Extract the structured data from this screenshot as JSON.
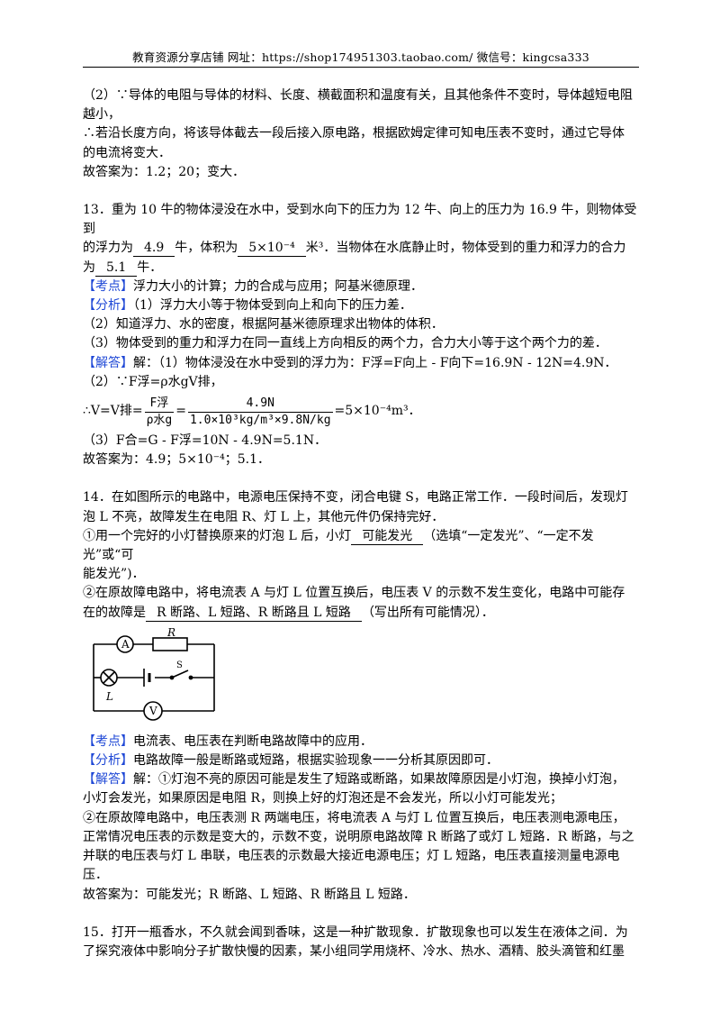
{
  "header": {
    "text": "教育资源分享店铺    网址：https://shop174951303.taobao.com/        微信号：kingcsa333"
  },
  "q12": {
    "l1": "（2）∵导体的电阻与导体的材料、长度、横截面积和温度有关，且其他条件不变时，导体越短电阻",
    "l2": "越小，",
    "l3": "∴若沿长度方向，将该导体截去一段后接入原电路，根据欧姆定律可知电压表不变时，通过它导体",
    "l4": "的电流将变大．",
    "ans": "故答案为：1.2；20；变大．"
  },
  "q13": {
    "l1": "13．重为 10 牛的物体浸没在水中，受到水向下的压力为 12 牛、向上的压力为 16.9 牛，则物体受到",
    "l2a": "的浮力为",
    "b1": "4.9",
    "l2b": "牛，体积为",
    "b2": "5×10⁻⁴",
    "l2c": "米³．当物体在水底静止时，物体受到的重力和浮力的合力",
    "l3a": "为",
    "b3": "5.1",
    "l3b": "牛．",
    "kd_tag": "【考点】",
    "kd": "浮力大小的计算；力的合成与应用；阿基米德原理．",
    "fx_tag": "【分析】",
    "fx1": "（1）浮力大小等于物体受到向上和向下的压力差．",
    "fx2": "（2）知道浮力、水的密度，根据阿基米德原理求出物体的体积．",
    "fx3": "（3）物体受到的重力和浮力在同一直线上方向相反的两个力，合力大小等于这个两个力的差．",
    "jd_tag": "【解答】",
    "jd1": "解：（1）物体浸没在水中受到的浮力为：F浮=F向上 - F向下=16.9N - 12N=4.9N．",
    "jd2": "（2）∵F浮=ρ水gV排，",
    "f_lhs": "∴V=V排=",
    "f1_num": "F浮",
    "f1_den": "ρ水g",
    "f2_num": "4.9N",
    "f2_den": "1.0×10³kg/m³×9.8N/kg",
    "f_rhs": "=5×10⁻⁴m³．",
    "jd3": "（3）F合=G - F浮=10N - 4.9N=5.1N．",
    "ans": "故答案为：4.9；5×10⁻⁴；5.1．"
  },
  "q14": {
    "l1": "14．在如图所示的电路中，电源电压保持不变，闭合电键 S，电路正常工作．一段时间后，发现灯",
    "l2": "泡 L 不亮，故障发生在电阻 R、灯 L 上，其他元件仍保持完好．",
    "l3a": "①用一个完好的小灯替换原来的灯泡 L 后，小灯",
    "b1": "可能发光",
    "l3b": "（选填“一定发光”、“一定不发光”或“可",
    "l4": "能发光”)．",
    "l5": "②在原故障电路中，将电流表 A 与灯 L 位置互换后，电压表 V 的示数不发生变化，电路中可能存",
    "l6a": "在的故障是",
    "b2": "R 断路、L 短路、R 断路且 L 短路",
    "l6b": "（写出所有可能情况）．",
    "fig": {
      "ammeter": "A",
      "resistor": "R",
      "lamp": "L",
      "switch": "S",
      "voltmeter": "V"
    },
    "kd_tag": "【考点】",
    "kd": "电流表、电压表在判断电路故障中的应用．",
    "fx_tag": "【分析】",
    "fx": "电路故障一般是断路或短路，根据实验现象一一分析其原因即可．",
    "jd_tag": "【解答】",
    "jd1": "解：①灯泡不亮的原因可能是发生了短路或断路，如果故障原因是小灯泡，换掉小灯泡，",
    "jd2": "小灯会发光，如果原因是电阻 R，则换上好的灯泡还是不会发光，所以小灯可能发光；",
    "jd3": "②在原故障电路中，电压表测 R 两端电压，将电流表 A 与灯 L 位置互换后，电压表测电源电压，",
    "jd4": "正常情况电压表的示数是变大的，示数不变，说明原电路故障 R 断路了或灯 L 短路．R 断路，与之",
    "jd5": "并联的电压表与灯 L 串联，电压表的示数最大接近电源电压；灯 L 短路，电压表直接测量电源电压．",
    "ans": "故答案为：可能发光；R 断路、L 短路、R 断路且 L 短路．"
  },
  "q15": {
    "l1": "15．打开一瓶香水，不久就会闻到香味，这是一种扩散现象．扩散现象也可以发生在液体之间．为",
    "l2": "了探究液体中影响分子扩散快慢的因素，某小组同学用烧杯、冷水、热水、酒精、胶头滴管和红墨"
  }
}
